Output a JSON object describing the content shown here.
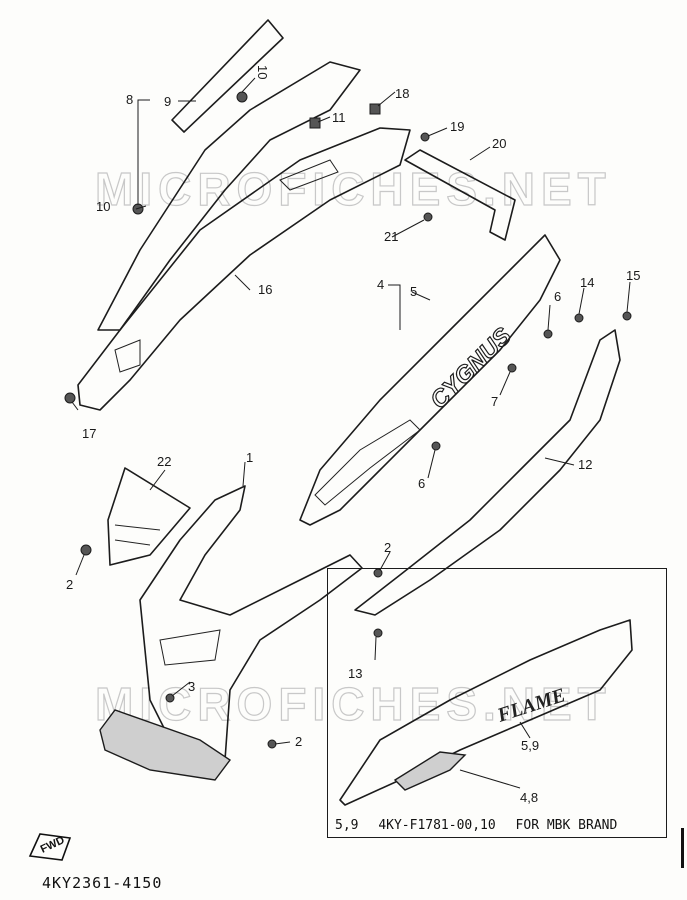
{
  "watermark": "MICROFICHES.NET",
  "callouts": {
    "c1": "1",
    "c2a": "2",
    "c2b": "2",
    "c2c": "2",
    "c3": "3",
    "c4": "4",
    "c5": "5",
    "c6a": "6",
    "c6b": "6",
    "c7": "7",
    "c8": "8",
    "c9": "9",
    "c10a": "10",
    "c10b": "10",
    "c11": "11",
    "c12": "12",
    "c13": "13",
    "c14": "14",
    "c15": "15",
    "c16": "16",
    "c17": "17",
    "c18": "18",
    "c19": "19",
    "c20": "20",
    "c21": "21",
    "c22": "22",
    "inset_59": "5,9",
    "inset_48": "4,8"
  },
  "decals": {
    "cygnus": "CYGNUS",
    "flame": "FLAME"
  },
  "inset": {
    "parts_ref": "5,9",
    "part_number": "4KY-F1781-00,10",
    "note": "FOR MBK BRAND"
  },
  "fwd_label": "FWD",
  "diagram_code": "4KY2361-4150"
}
